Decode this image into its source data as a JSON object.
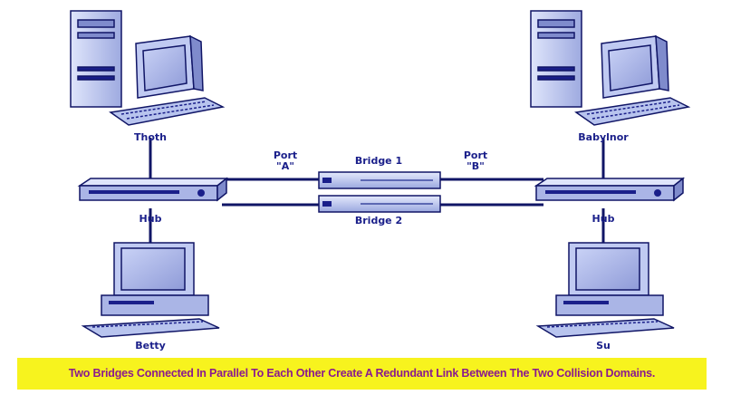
{
  "nodes": {
    "thoth": "Thoth",
    "babylnor": "Babylnor",
    "betty": "Betty",
    "su": "Su",
    "hub_left": "Hub",
    "hub_right": "Hub",
    "bridge1": "Bridge 1",
    "bridge2": "Bridge 2"
  },
  "ports": {
    "a_line1": "Port",
    "a_line2": "\"A\"",
    "b_line1": "Port",
    "b_line2": "\"B\""
  },
  "caption": "Two Bridges Connected In Parallel To Each Other Create A Redundant Link Between The Two Collision Domains.",
  "colors": {
    "diagram_fill": "#b8c4ee",
    "diagram_stroke": "#1a1f8a",
    "caption_bg": "#f7f31e",
    "caption_text": "#8a1a8e"
  }
}
